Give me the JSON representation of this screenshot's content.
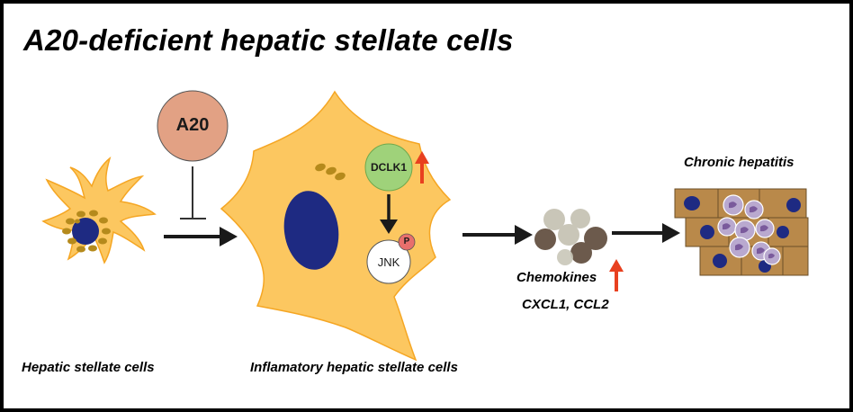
{
  "title": "A20-deficient hepatic stellate cells",
  "labels": {
    "hsc": "Hepatic stellate cells",
    "inflammatory_hsc": "Inflamatory hepatic stellate cells",
    "chemokines": "Chemokines",
    "chemokine_names": "CXCL1, CCL2",
    "chronic_hepatitis": "Chronic hepatitis"
  },
  "nodes": {
    "a20": "A20",
    "dclk1": "DCLK1",
    "jnk": "JNK",
    "phospho": "P"
  },
  "colors": {
    "cell_fill": "#fcc760",
    "cell_stroke": "#f5a623",
    "nucleus": "#1e2a82",
    "granule": "#b58a1c",
    "a20_fill": "#e2a184",
    "dclk1_fill": "#9fd27a",
    "phospho_fill": "#e86f6c",
    "up_arrow": "#e8401f",
    "hepatocyte": "#b9894a",
    "immune_cell": "#b9a9cf"
  }
}
